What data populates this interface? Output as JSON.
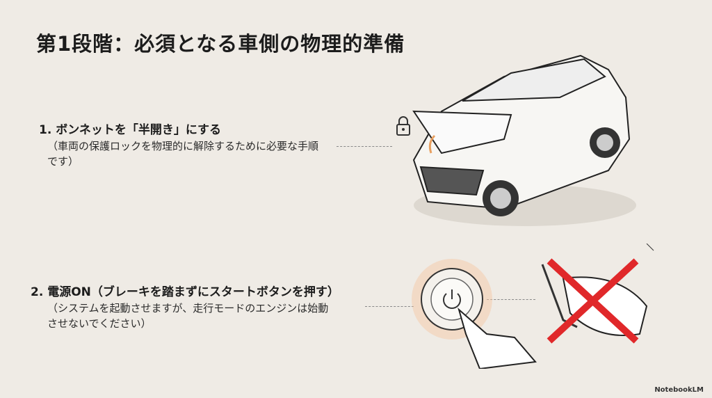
{
  "title": "第1段階：必須となる車側の物理的準備",
  "steps": [
    {
      "heading": "1. ボンネットを「半開き」にする",
      "description": "（車両の保護ロックを物理的に解除するために必要な手順です）"
    },
    {
      "heading": "2. 電源ON（ブレーキを踏まずにスタートボタンを押す）",
      "description": "（システムを起動させますが、走行モードのエンジンは始動させないでください）"
    }
  ],
  "brand": "NotebookLM",
  "colors": {
    "background": "#efebe5",
    "cross": "#e0282a",
    "glow": "#f0a070"
  }
}
